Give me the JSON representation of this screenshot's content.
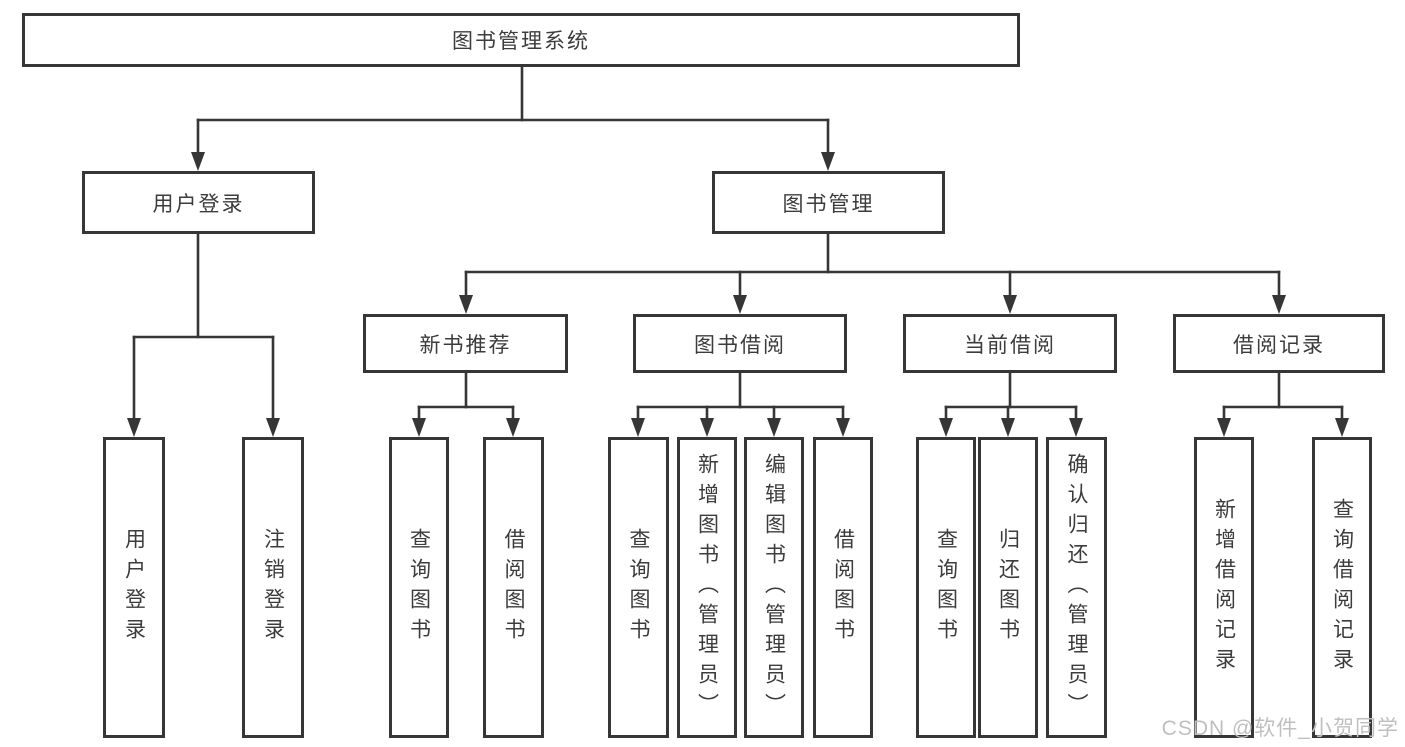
{
  "diagram": {
    "tree": {
      "label": "图书管理系统",
      "children": [
        {
          "label": "用户登录",
          "children": [
            {
              "label": "用户登录"
            },
            {
              "label": "注销登录"
            }
          ]
        },
        {
          "label": "图书管理",
          "children": [
            {
              "label": "新书推荐",
              "children": [
                {
                  "label": "查询图书"
                },
                {
                  "label": "借阅图书"
                }
              ]
            },
            {
              "label": "图书借阅",
              "children": [
                {
                  "label": "查询图书"
                },
                {
                  "label": "新增图书（管理员）"
                },
                {
                  "label": "编辑图书（管理员）"
                },
                {
                  "label": "借阅图书"
                }
              ]
            },
            {
              "label": "当前借阅",
              "children": [
                {
                  "label": "查询图书"
                },
                {
                  "label": "归还图书"
                },
                {
                  "label": "确认归还（管理员）"
                }
              ]
            },
            {
              "label": "借阅记录",
              "children": [
                {
                  "label": "新增借阅记录"
                },
                {
                  "label": "查询借阅记录"
                }
              ]
            }
          ]
        }
      ]
    },
    "colors": {
      "line": "#363636",
      "text": "#3c3c3c",
      "background": "#ffffff",
      "watermark": "#bfbfbf"
    }
  },
  "watermark": {
    "text": "CSDN @软件_小贺同学"
  }
}
